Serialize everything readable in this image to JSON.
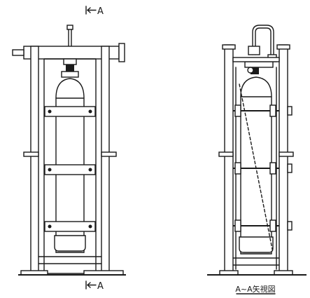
{
  "labels": {
    "section_top": "A",
    "section_bottom": "A",
    "view_caption": "A~A矢視図"
  },
  "colors": {
    "line": "#1a1a1a",
    "background": "#ffffff"
  }
}
